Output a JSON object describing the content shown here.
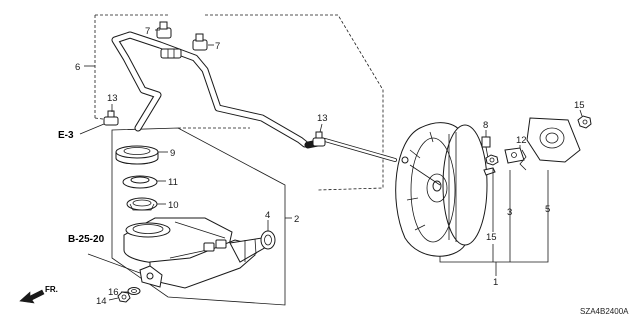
{
  "diagram": {
    "code": "SZA4B2400A",
    "references": {
      "e3": "E-3",
      "b2520": "B-25-20",
      "front": "FR."
    },
    "callouts": {
      "p1": "1",
      "p2": "2",
      "p3": "3",
      "p4": "4",
      "p5": "5",
      "p6": "6",
      "p7a": "7",
      "p7b": "7",
      "p8": "8",
      "p9": "9",
      "p10": "10",
      "p11": "11",
      "p12": "12",
      "p13a": "13",
      "p13b": "13",
      "p14": "14",
      "p15a": "15",
      "p15b": "15",
      "p16": "16"
    }
  }
}
